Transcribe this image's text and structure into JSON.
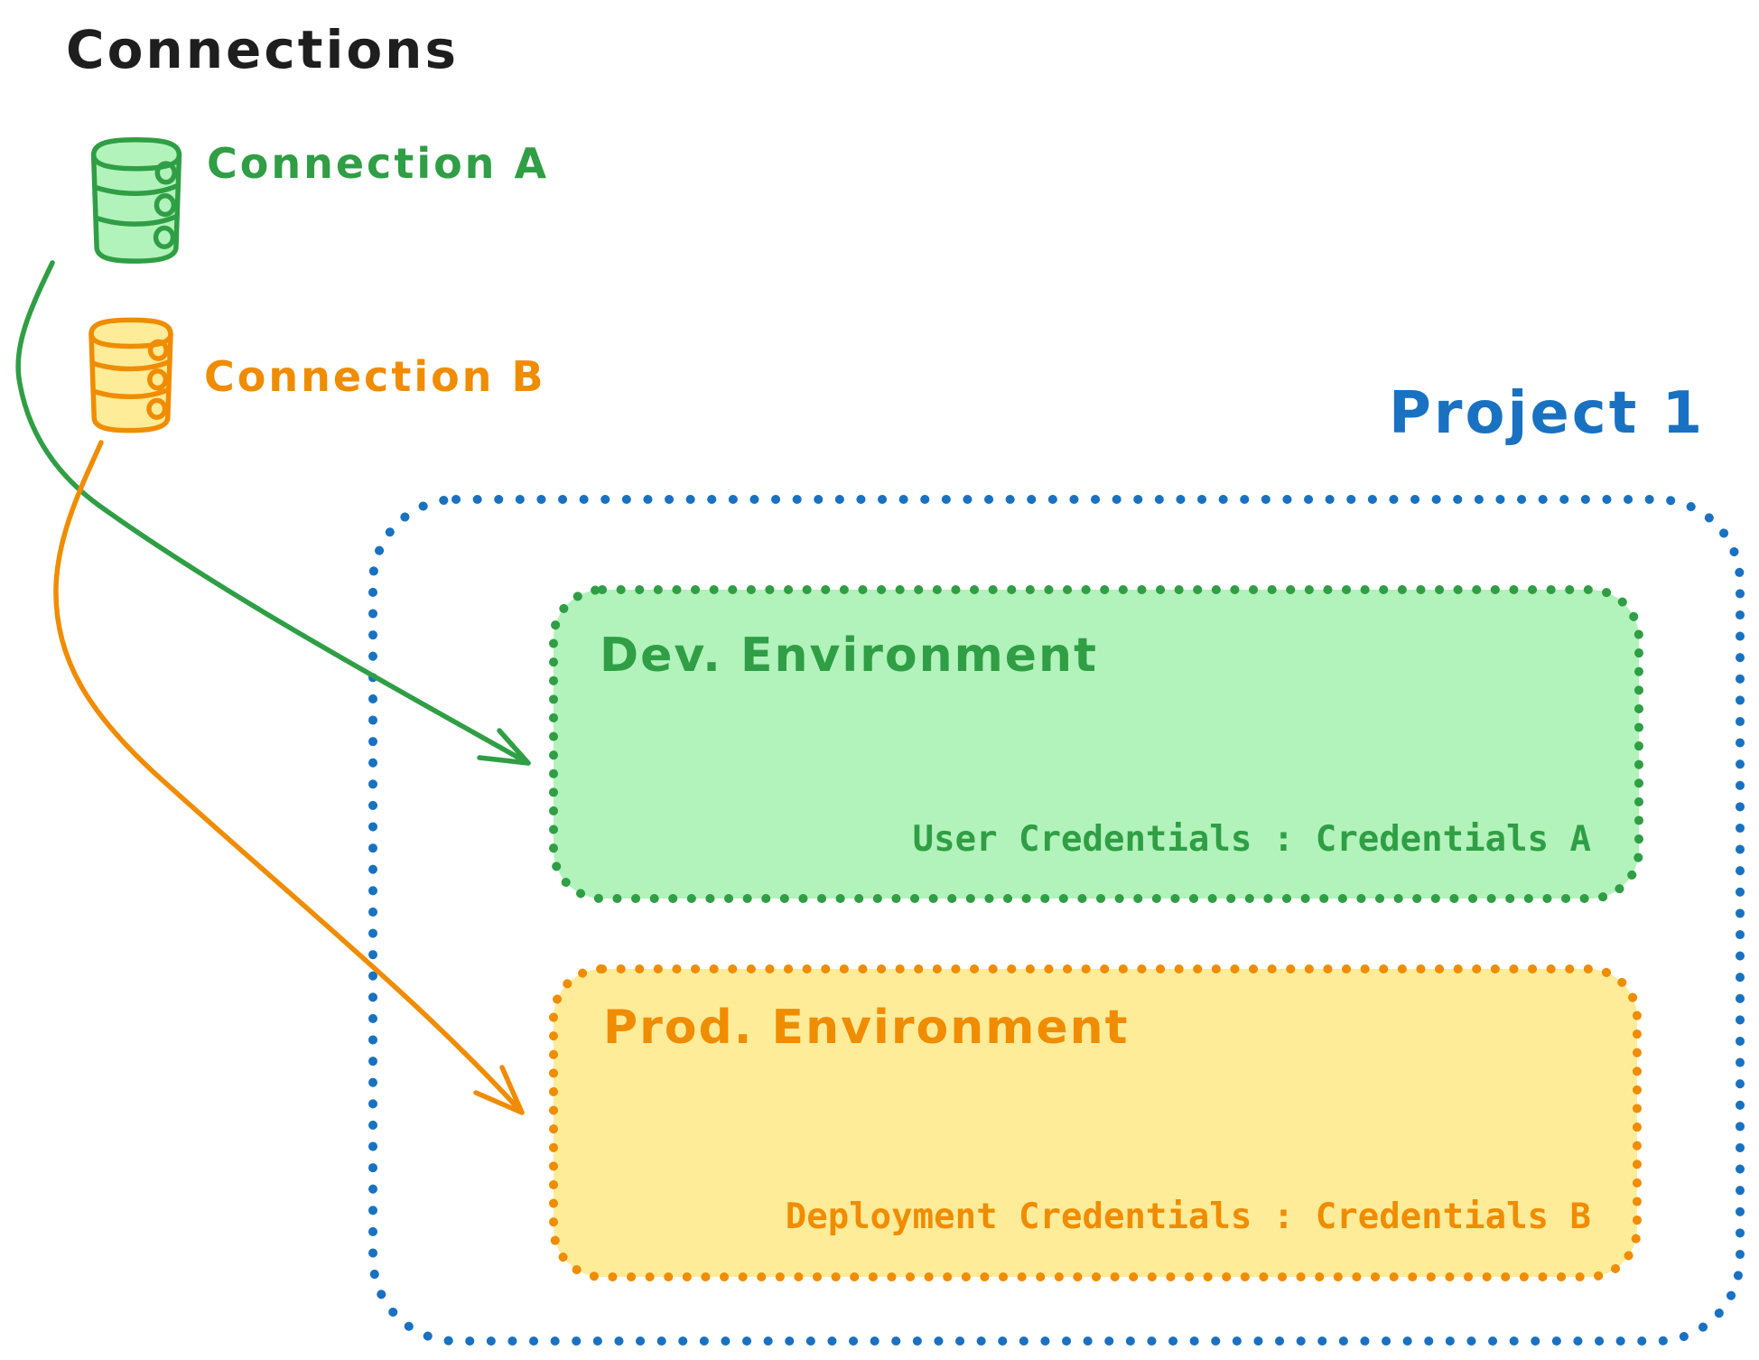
{
  "title": "Connections",
  "colors": {
    "ink": "#1e1e1e",
    "blue": "#1971c2",
    "green": "#2f9e44",
    "green_fill": "#b2f2bb",
    "orange": "#f08c00",
    "yellow_fill": "#ffec99"
  },
  "connections": [
    {
      "label": "Connection A",
      "icon": "database-icon",
      "color": "#2f9e44",
      "fill": "#b2f2bb"
    },
    {
      "label": "Connection B",
      "icon": "database-icon",
      "color": "#f08c00",
      "fill": "#ffec99"
    }
  ],
  "project": {
    "label": "Project 1",
    "color": "#1971c2",
    "environments": [
      {
        "name": "Dev. Environment",
        "credentials": "User Credentials : Credentials A",
        "stroke": "#2f9e44",
        "fill": "#b2f2bb"
      },
      {
        "name": "Prod. Environment",
        "credentials": "Deployment Credentials : Credentials B",
        "stroke": "#f08c00",
        "fill": "#ffec99"
      }
    ]
  }
}
